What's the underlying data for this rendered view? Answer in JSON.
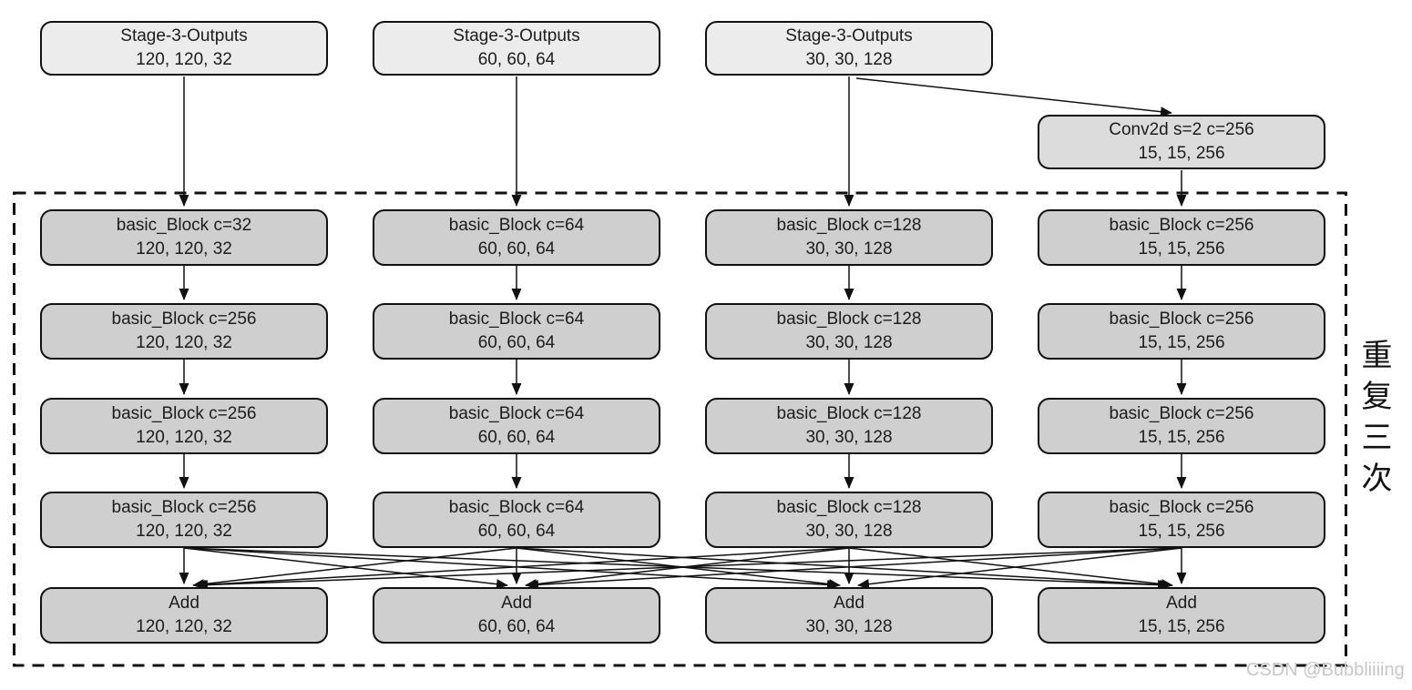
{
  "diagram": {
    "top_boxes": [
      {
        "name": "Stage-3-Outputs",
        "shape": "120, 120, 32"
      },
      {
        "name": "Stage-3-Outputs",
        "shape": "60, 60, 64"
      },
      {
        "name": "Stage-3-Outputs",
        "shape": "30, 30, 128"
      }
    ],
    "conv_box": {
      "name": "Conv2d s=2 c=256",
      "shape": "15, 15, 256"
    },
    "columns": [
      {
        "blocks": [
          {
            "name": "basic_Block c=32",
            "shape": "120, 120, 32"
          },
          {
            "name": "basic_Block c=256",
            "shape": "120, 120, 32"
          },
          {
            "name": "basic_Block c=256",
            "shape": "120, 120, 32"
          },
          {
            "name": "basic_Block c=256",
            "shape": "120, 120, 32"
          }
        ],
        "add": {
          "name": "Add",
          "shape": "120, 120, 32"
        }
      },
      {
        "blocks": [
          {
            "name": "basic_Block c=64",
            "shape": "60, 60, 64"
          },
          {
            "name": "basic_Block c=64",
            "shape": "60, 60, 64"
          },
          {
            "name": "basic_Block c=64",
            "shape": "60, 60, 64"
          },
          {
            "name": "basic_Block c=64",
            "shape": "60, 60, 64"
          }
        ],
        "add": {
          "name": "Add",
          "shape": "60, 60, 64"
        }
      },
      {
        "blocks": [
          {
            "name": "basic_Block c=128",
            "shape": "30, 30, 128"
          },
          {
            "name": "basic_Block c=128",
            "shape": "30, 30, 128"
          },
          {
            "name": "basic_Block c=128",
            "shape": "30, 30, 128"
          },
          {
            "name": "basic_Block c=128",
            "shape": "30, 30, 128"
          }
        ],
        "add": {
          "name": "Add",
          "shape": "30, 30, 128"
        }
      },
      {
        "blocks": [
          {
            "name": "basic_Block c=256",
            "shape": "15, 15, 256"
          },
          {
            "name": "basic_Block c=256",
            "shape": "15, 15, 256"
          },
          {
            "name": "basic_Block c=256",
            "shape": "15, 15, 256"
          },
          {
            "name": "basic_Block c=256",
            "shape": "15, 15, 256"
          }
        ],
        "add": {
          "name": "Add",
          "shape": "15, 15, 256"
        }
      }
    ],
    "repeat_label": "重复三次",
    "watermark": "CSDN @Bubbliiiing",
    "colors": {
      "stage_fill": "#ececec",
      "conv_fill": "#dcdcdc",
      "block_fill": "#cfcfcf",
      "border": "#111111",
      "arrow": "#111111",
      "watermark_text": "#c7c7c7"
    }
  }
}
